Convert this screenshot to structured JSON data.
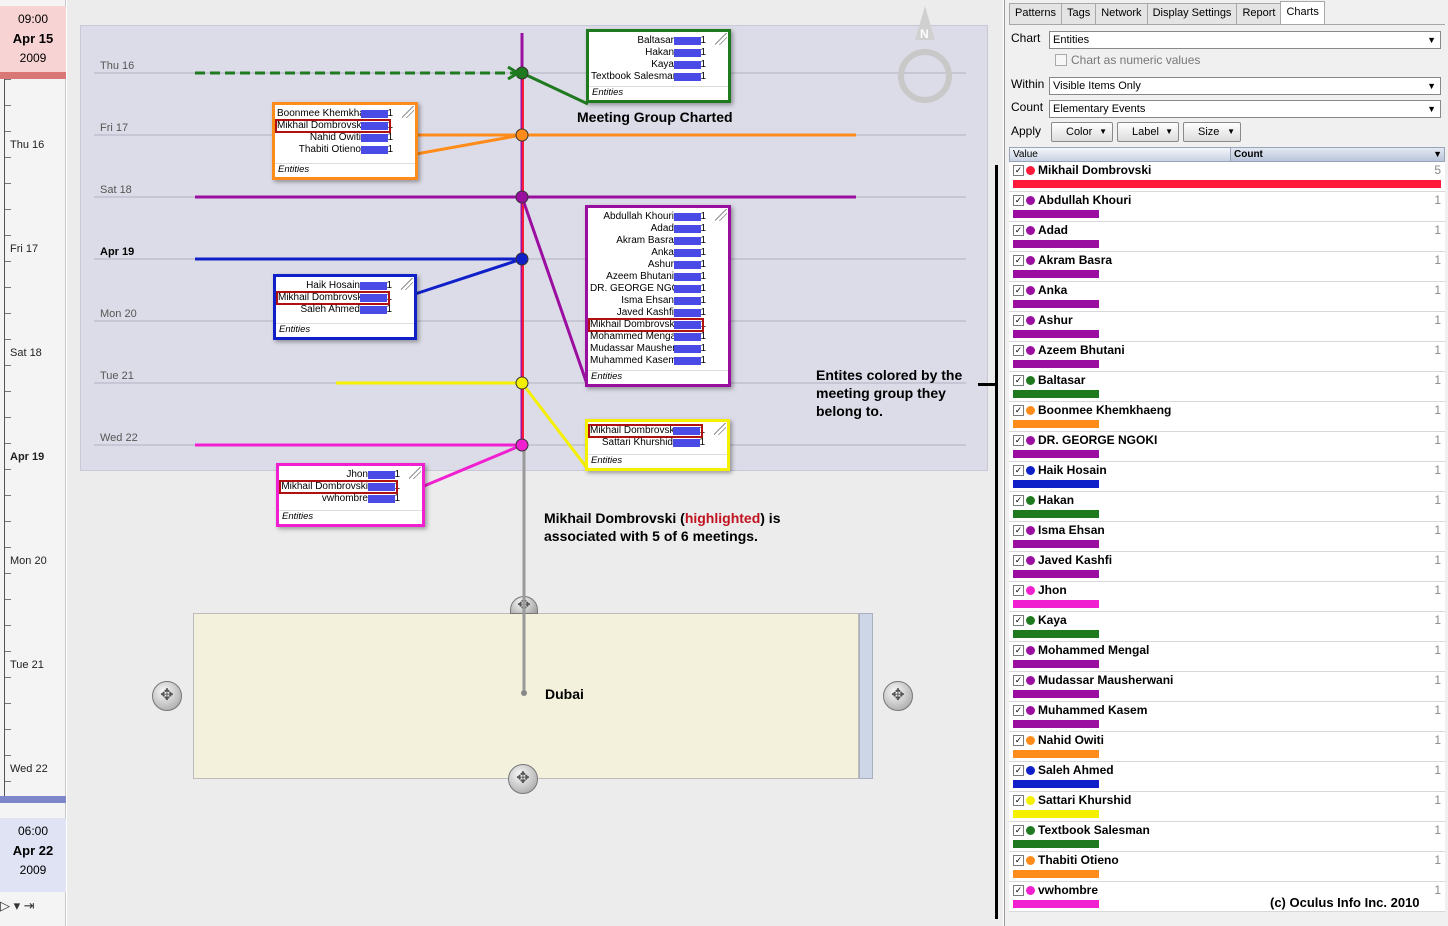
{
  "time_slider": {
    "top": {
      "time": "09:00",
      "date": "Apr 15",
      "year": "2009"
    },
    "bottom": {
      "time": "06:00",
      "date": "Apr 22",
      "year": "2009"
    },
    "labels": [
      {
        "text": "Thu 16",
        "bold": false
      },
      {
        "text": "Fri 17",
        "bold": false
      },
      {
        "text": "Sat 18",
        "bold": false
      },
      {
        "text": "Apr 19",
        "bold": true
      },
      {
        "text": "Mon 20",
        "bold": false
      },
      {
        "text": "Tue 21",
        "bold": false
      },
      {
        "text": "Wed 22",
        "bold": false
      }
    ],
    "controls": "▷ ▾  ⇥"
  },
  "timeline": {
    "day_labels": [
      {
        "text": "Thu 16",
        "bold": false
      },
      {
        "text": "Fri 17",
        "bold": false
      },
      {
        "text": "Sat 18",
        "bold": false
      },
      {
        "text": "Apr 19",
        "bold": true
      },
      {
        "text": "Mon 20",
        "bold": false
      },
      {
        "text": "Tue 21",
        "bold": false
      },
      {
        "text": "Wed 22",
        "bold": false
      }
    ],
    "compass_label": "N"
  },
  "colors": {
    "green": "#1f7a1f",
    "orange": "#ff8c1a",
    "purple": "#9b0fa0",
    "blue": "#1020c8",
    "yellow": "#f4f000",
    "pink": "#f020d0",
    "red": "#ff1a3a",
    "entity_bar": "#4a4ae6",
    "highlight": "#b01010"
  },
  "entity_panels": [
    {
      "id": "green",
      "footer": "Entities",
      "rows": [
        {
          "name": "Baltasar",
          "value": "1"
        },
        {
          "name": "Hakan",
          "value": "1"
        },
        {
          "name": "Kaya",
          "value": "1"
        },
        {
          "name": "Textbook Salesman",
          "value": "1"
        }
      ]
    },
    {
      "id": "orange",
      "footer": "Entities",
      "rows": [
        {
          "name": "Boonmee Khemkhaeng",
          "value": "1"
        },
        {
          "name": "Mikhail Dombrovski",
          "value": "1",
          "highlight": true
        },
        {
          "name": "Nahid Owiti",
          "value": "1"
        },
        {
          "name": "Thabiti Otieno",
          "value": "1"
        }
      ]
    },
    {
      "id": "purple",
      "footer": "Entities",
      "rows": [
        {
          "name": "Abdullah Khouri",
          "value": "1"
        },
        {
          "name": "Adad",
          "value": "1"
        },
        {
          "name": "Akram Basra",
          "value": "1"
        },
        {
          "name": "Anka",
          "value": "1"
        },
        {
          "name": "Ashur",
          "value": "1"
        },
        {
          "name": "Azeem Bhutani",
          "value": "1"
        },
        {
          "name": "DR. GEORGE NGOKI",
          "value": "1"
        },
        {
          "name": "Isma Ehsan",
          "value": "1"
        },
        {
          "name": "Javed Kashfi",
          "value": "1"
        },
        {
          "name": "Mikhail Dombrovski",
          "value": "1",
          "highlight": true
        },
        {
          "name": "Mohammed Mengal",
          "value": "1"
        },
        {
          "name": "Mudassar Mausherwani",
          "value": "1"
        },
        {
          "name": "Muhammed Kasem",
          "value": "1"
        }
      ]
    },
    {
      "id": "blue",
      "footer": "Entities",
      "rows": [
        {
          "name": "Haik Hosain",
          "value": "1"
        },
        {
          "name": "Mikhail Dombrovski",
          "value": "1",
          "highlight": true
        },
        {
          "name": "Saleh Ahmed",
          "value": "1"
        }
      ]
    },
    {
      "id": "yellow",
      "footer": "Entities",
      "rows": [
        {
          "name": "Mikhail Dombrovski",
          "value": "1",
          "highlight": true
        },
        {
          "name": "Sattari Khurshid",
          "value": "1"
        }
      ]
    },
    {
      "id": "pink",
      "footer": "Entities",
      "rows": [
        {
          "name": "Jhon",
          "value": "1"
        },
        {
          "name": "Mikhail Dombrovski",
          "value": "1",
          "highlight": true
        },
        {
          "name": "vwhombre",
          "value": "1"
        }
      ]
    }
  ],
  "annotations": {
    "meeting_group": "Meeting Group Charted",
    "colored_by": "Entites colored by the meeting group they belong to.",
    "mikhail_prefix": "Mikhail Dombrovski (",
    "mikhail_hl": "highlighted",
    "mikhail_suffix": ") is associated with 5 of 6 meetings.",
    "place": "Dubai"
  },
  "right_panel": {
    "tabs": [
      {
        "label": "Patterns",
        "active": false
      },
      {
        "label": "Tags",
        "active": false
      },
      {
        "label": "Network",
        "active": false
      },
      {
        "label": "Display Settings",
        "active": false
      },
      {
        "label": "Report",
        "active": false
      },
      {
        "label": "Charts",
        "active": true
      }
    ],
    "chart_label": "Chart",
    "chart_value": "Entities",
    "numeric_label": "Chart as numeric values",
    "within_label": "Within",
    "within_value": "Visible Items Only",
    "count_label": "Count",
    "count_value": "Elementary Events",
    "apply_label": "Apply",
    "apply_buttons": [
      "Color",
      "Label",
      "Size"
    ],
    "header_value": "Value",
    "header_count": "Count",
    "items": [
      {
        "name": "Mikhail Dombrovski",
        "count": 5,
        "color": "#ff1a3a"
      },
      {
        "name": "Abdullah Khouri",
        "count": 1,
        "color": "#9b0fa0"
      },
      {
        "name": "Adad",
        "count": 1,
        "color": "#9b0fa0"
      },
      {
        "name": "Akram Basra",
        "count": 1,
        "color": "#9b0fa0"
      },
      {
        "name": "Anka",
        "count": 1,
        "color": "#9b0fa0"
      },
      {
        "name": "Ashur",
        "count": 1,
        "color": "#9b0fa0"
      },
      {
        "name": "Azeem Bhutani",
        "count": 1,
        "color": "#9b0fa0"
      },
      {
        "name": "Baltasar",
        "count": 1,
        "color": "#1f7a1f"
      },
      {
        "name": "Boonmee Khemkhaeng",
        "count": 1,
        "color": "#ff8c1a"
      },
      {
        "name": "DR. GEORGE NGOKI",
        "count": 1,
        "color": "#9b0fa0"
      },
      {
        "name": "Haik Hosain",
        "count": 1,
        "color": "#1020c8"
      },
      {
        "name": "Hakan",
        "count": 1,
        "color": "#1f7a1f"
      },
      {
        "name": "Isma Ehsan",
        "count": 1,
        "color": "#9b0fa0"
      },
      {
        "name": "Javed Kashfi",
        "count": 1,
        "color": "#9b0fa0"
      },
      {
        "name": "Jhon",
        "count": 1,
        "color": "#f020d0"
      },
      {
        "name": "Kaya",
        "count": 1,
        "color": "#1f7a1f"
      },
      {
        "name": "Mohammed Mengal",
        "count": 1,
        "color": "#9b0fa0"
      },
      {
        "name": "Mudassar Mausherwani",
        "count": 1,
        "color": "#9b0fa0"
      },
      {
        "name": "Muhammed Kasem",
        "count": 1,
        "color": "#9b0fa0"
      },
      {
        "name": "Nahid Owiti",
        "count": 1,
        "color": "#ff8c1a"
      },
      {
        "name": "Saleh Ahmed",
        "count": 1,
        "color": "#1020c8"
      },
      {
        "name": "Sattari Khurshid",
        "count": 1,
        "color": "#f4f000"
      },
      {
        "name": "Textbook Salesman",
        "count": 1,
        "color": "#1f7a1f"
      },
      {
        "name": "Thabiti Otieno",
        "count": 1,
        "color": "#ff8c1a"
      },
      {
        "name": "vwhombre",
        "count": 1,
        "color": "#f020d0"
      }
    ]
  },
  "copyright": "(c) Oculus Info Inc. 2010"
}
